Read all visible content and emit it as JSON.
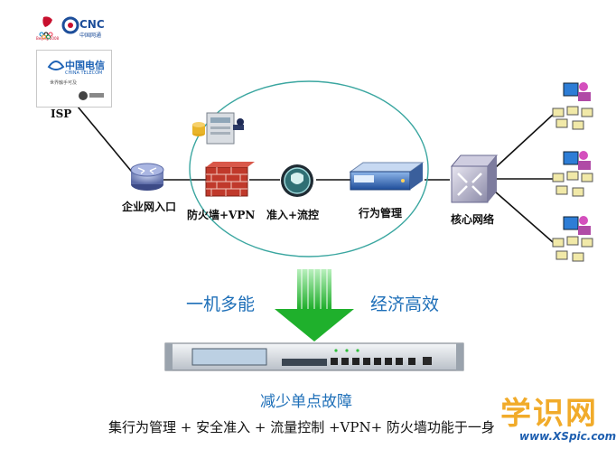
{
  "isp": {
    "label": "ISP",
    "logos": {
      "cnc_text": "CNC",
      "cnc_sub": "中国网通",
      "beijing_text": "Beijing 2008",
      "telecom_cn": "中国电信",
      "telecom_en": "CHINA TELECOM",
      "telecom_slogan": "世界触手可及"
    }
  },
  "nodes": {
    "router": "企业网入口",
    "firewall": "防火墙+VPN",
    "access": "准入+流控",
    "behavior": "行为管理",
    "core": "核心网络"
  },
  "slogans": {
    "left": "一机多能",
    "right": "经济高效",
    "bottom": "减少单点故障"
  },
  "summary": "集行为管理 + 安全准入 + 流量控制 +VPN+ 防火墙功能于一身",
  "watermark": {
    "cn": "学识网",
    "url": "www.XSpic.com"
  },
  "colors": {
    "slogan": "#1e6fb8",
    "arrow": "#2fbf3a",
    "ellipse": "#3aa6a0",
    "firewall": "#c0392b",
    "watermark": "#f0a419"
  }
}
